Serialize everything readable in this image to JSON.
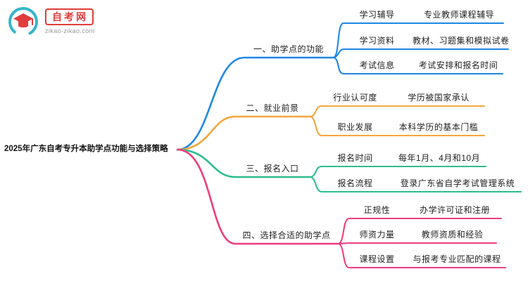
{
  "logo": {
    "site_name": "自考网",
    "site_url": "zikao-zikao.com"
  },
  "root": {
    "title": "2025年广东自考专升本助学点功能与选择策略"
  },
  "colors": {
    "branch_1": "#1E88E5",
    "branch_2": "#F2A63B",
    "branch_3": "#2CBE8C",
    "branch_4": "#EE3D7E",
    "logo_red": "#E23C3C",
    "logo_teal": "#35B6C9"
  },
  "branches": [
    {
      "label": "一、助学点的功能",
      "color": "#1E88E5",
      "children": [
        {
          "label": "学习辅导",
          "value": "专业教师课程辅导"
        },
        {
          "label": "学习资料",
          "value": "教材、习题集和模拟试卷"
        },
        {
          "label": "考试信息",
          "value": "考试安排和报名时间"
        }
      ]
    },
    {
      "label": "二、就业前景",
      "color": "#F2A63B",
      "children": [
        {
          "label": "行业认可度",
          "value": "学历被国家承认"
        },
        {
          "label": "职业发展",
          "value": "本科学历的基本门槛"
        }
      ]
    },
    {
      "label": "三、报名入口",
      "color": "#2CBE8C",
      "children": [
        {
          "label": "报名时间",
          "value": "每年1月、4月和10月"
        },
        {
          "label": "报名流程",
          "value": "登录广东省自学考试管理系统"
        }
      ]
    },
    {
      "label": "四、选择合适的助学点",
      "color": "#EE3D7E",
      "children": [
        {
          "label": "正规性",
          "value": "办学许可证和注册"
        },
        {
          "label": "师资力量",
          "value": "教师资质和经验"
        },
        {
          "label": "课程设置",
          "value": "与报考专业匹配的课程"
        }
      ]
    }
  ]
}
